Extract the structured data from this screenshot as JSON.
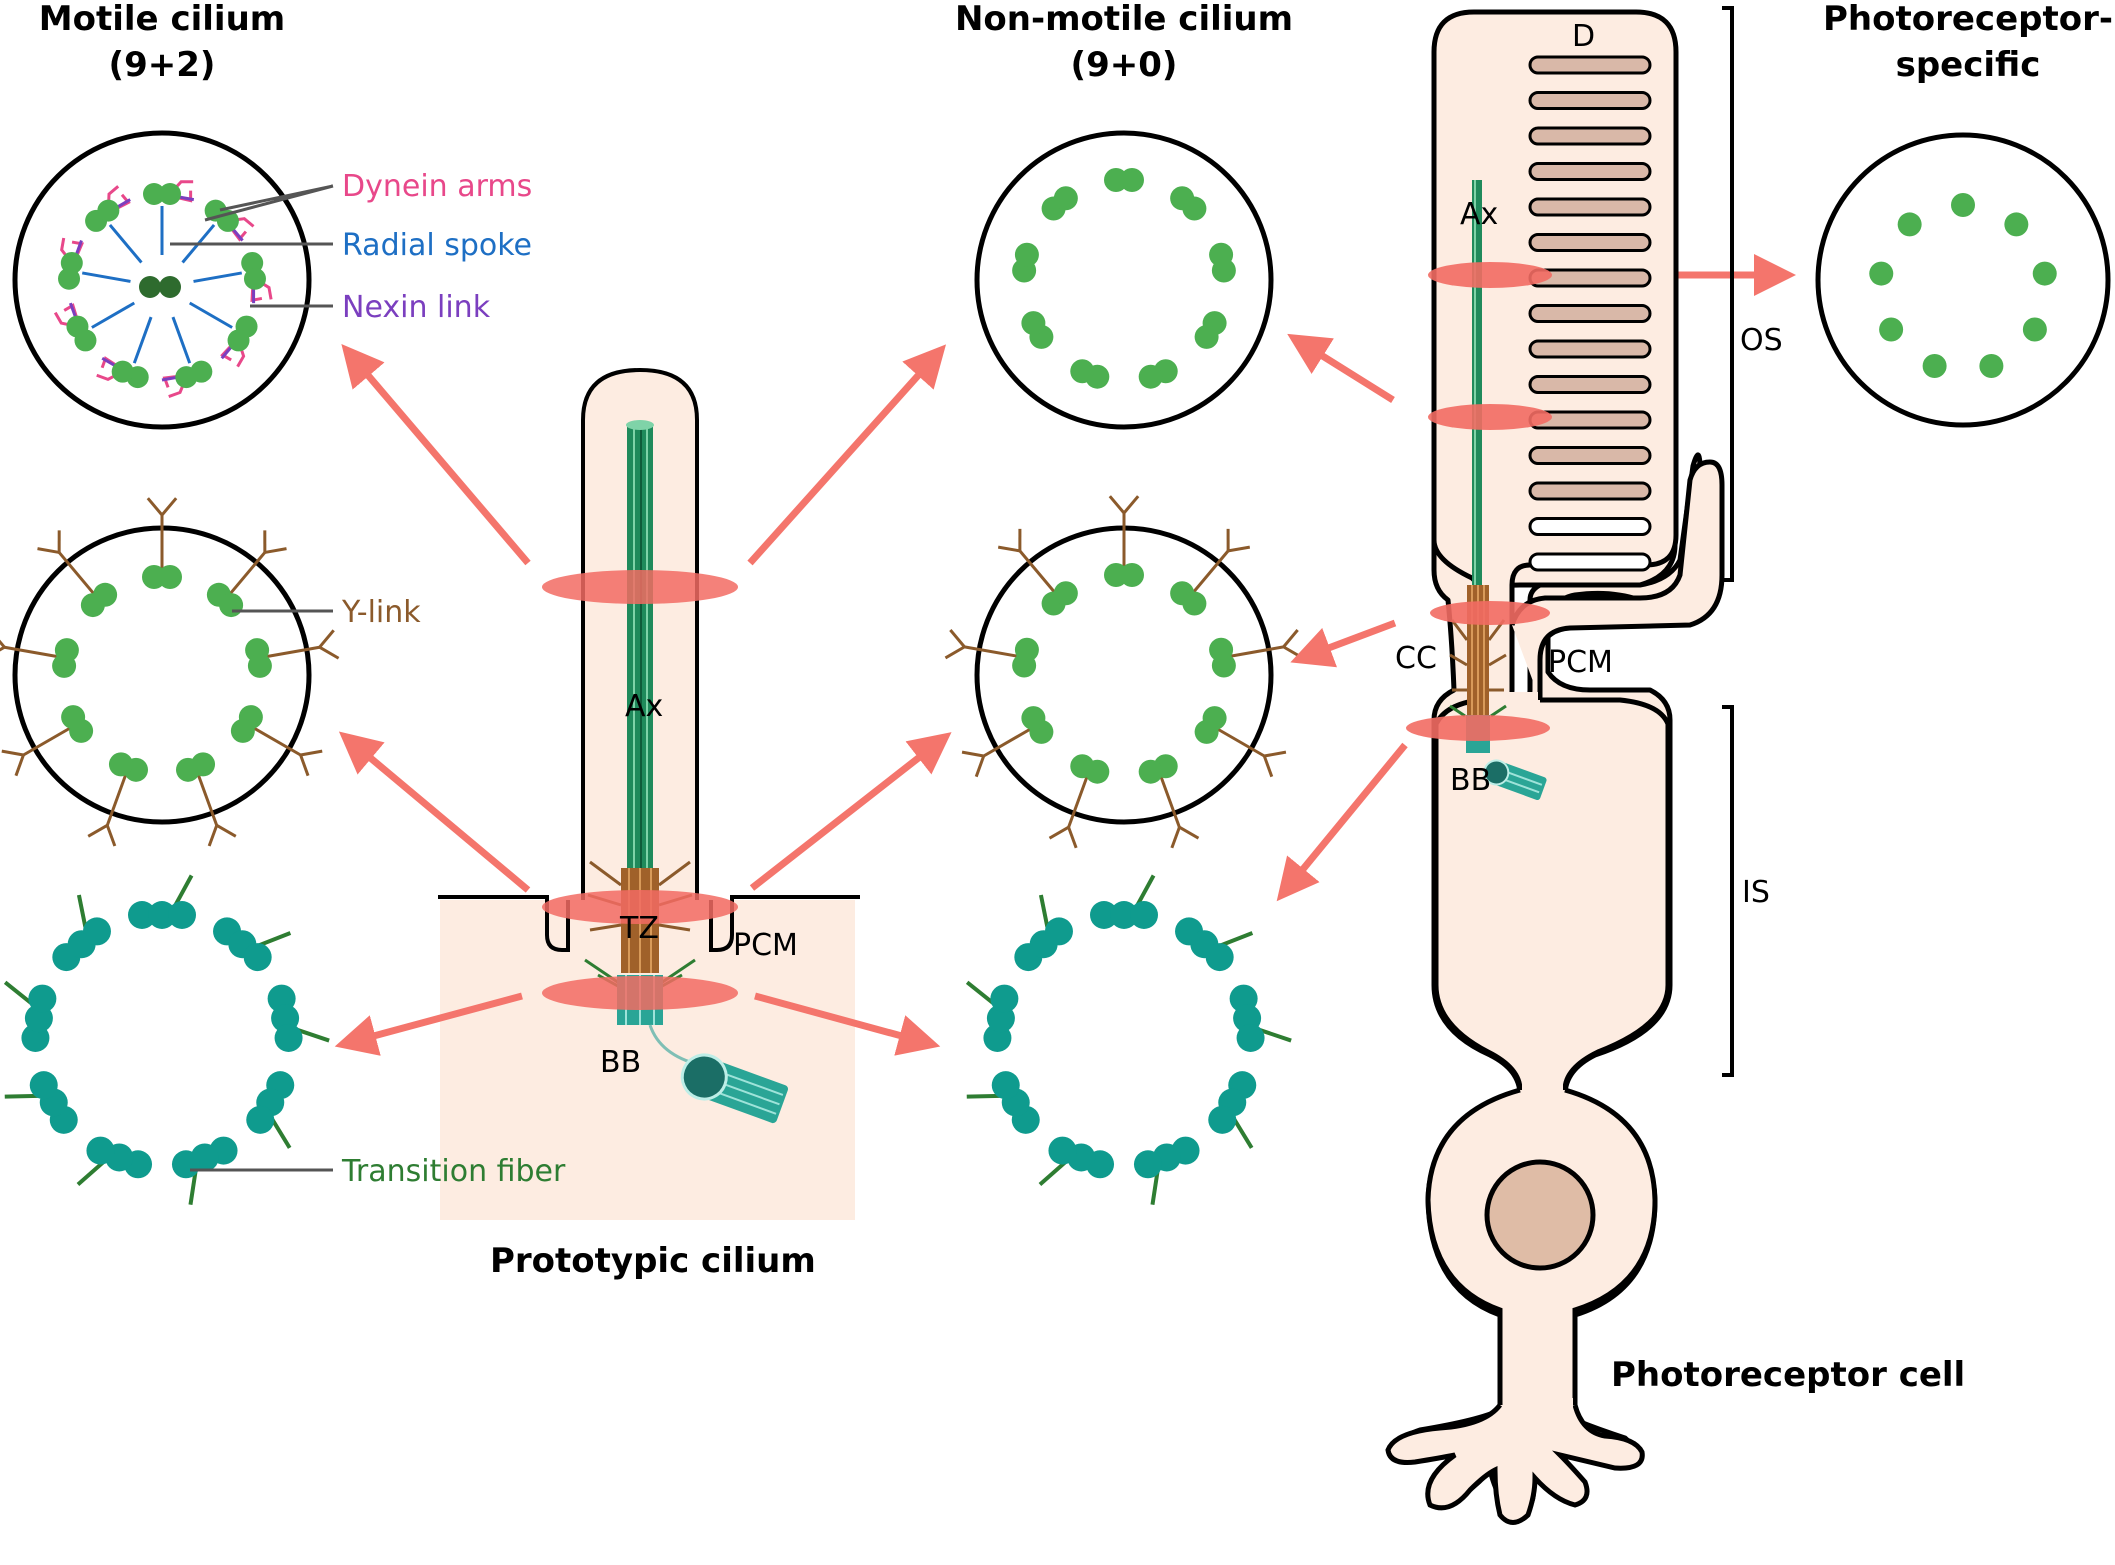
{
  "titles": {
    "motile_line1": "Motile cilium",
    "motile_line2": "(9+2)",
    "nonmotile_line1": "Non-motile cilium",
    "nonmotile_line2": "(9+0)",
    "photo_specific_line1": "Photoreceptor-",
    "photo_specific_line2": "specific",
    "prototypic": "Prototypic cilium",
    "photoreceptor_cell": "Photoreceptor cell"
  },
  "legend": {
    "dynein_arms": "Dynein arms",
    "radial_spoke": "Radial spoke",
    "nexin_link": "Nexin link",
    "y_link": "Y-link",
    "transition_fiber": "Transition fiber"
  },
  "labels": {
    "ax_proto": "Ax",
    "tz": "TZ",
    "pcm_proto": "PCM",
    "bb_proto": "BB",
    "d": "D",
    "ax_photo": "Ax",
    "os": "OS",
    "cc": "CC",
    "pcm_photo": "PCM",
    "bb_photo": "BB",
    "is": "IS"
  },
  "colors": {
    "background": "#ffffff",
    "cell_fill": "#fdece1",
    "cell_fill_dark": "#fbe3d4",
    "outline": "#000000",
    "red_marker": "#f26b63",
    "arrow": "#f4756c",
    "doublet": "#4caf50",
    "central_pair": "#2e6b2e",
    "triplet": "#0f9b8e",
    "axoneme_green": "#1f8a5b",
    "dynein": "#e8488a",
    "radial_spoke": "#1e6fc4",
    "nexin": "#7b3fbf",
    "y_link": "#8b5a2b",
    "transition_fiber": "#2e7d32",
    "disc": "#d9b8a8",
    "nucleus": "#dfbca6",
    "leader": "#555555"
  }
}
